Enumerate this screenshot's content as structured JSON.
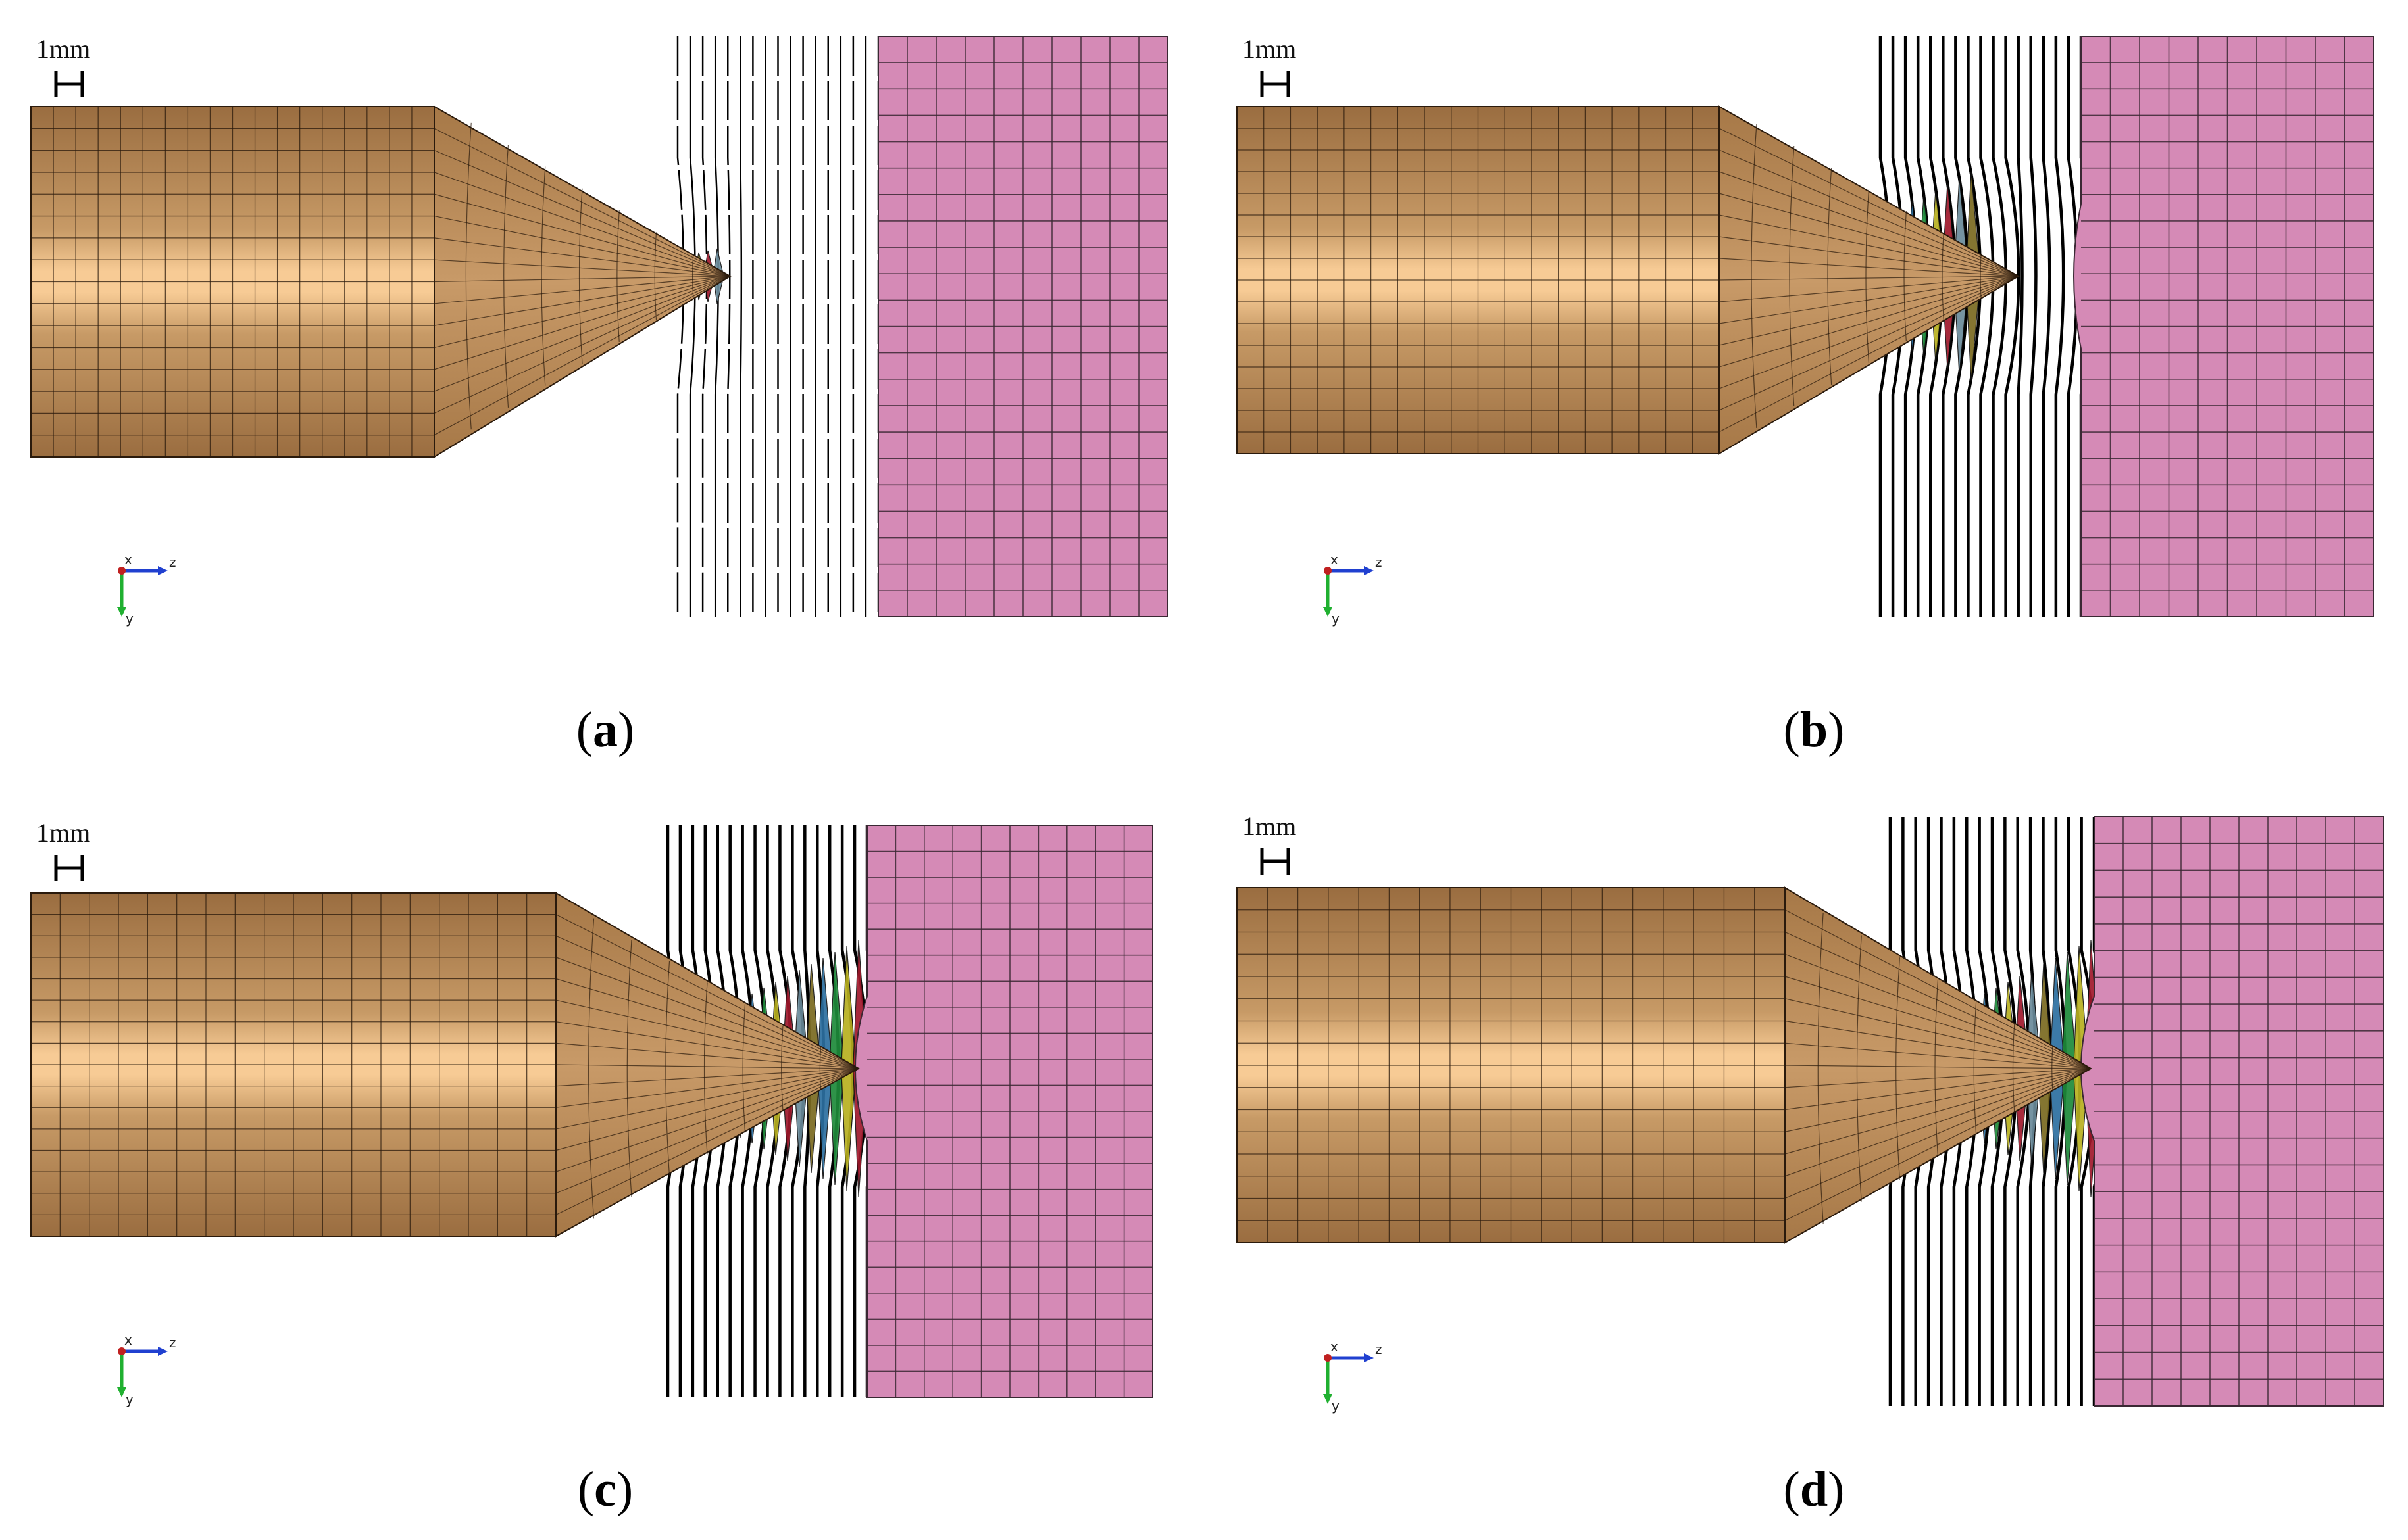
{
  "panels": [
    {
      "id": "a",
      "caption_open": "(",
      "caption_letter": "a",
      "caption_close": ")",
      "scale_label": "1mm",
      "axis_labels": {
        "x": "x",
        "y": "y",
        "z": "z"
      }
    },
    {
      "id": "b",
      "caption_open": "(",
      "caption_letter": "b",
      "caption_close": ")",
      "scale_label": "1mm",
      "axis_labels": {
        "x": "x",
        "y": "y",
        "z": "z"
      }
    },
    {
      "id": "c",
      "caption_open": "(",
      "caption_letter": "c",
      "caption_close": ")",
      "scale_label": "1mm",
      "axis_labels": {
        "x": "x",
        "y": "y",
        "z": "z"
      }
    },
    {
      "id": "d",
      "caption_open": "(",
      "caption_letter": "d",
      "caption_close": ")",
      "scale_label": "1mm",
      "axis_labels": {
        "x": "x",
        "y": "y",
        "z": "z"
      }
    }
  ],
  "colors": {
    "projectile_body": "#b98a58",
    "projectile_highlight": "#f7cb95",
    "projectile_shadow": "#9a6d40",
    "mesh_line": "#2a1a0c",
    "target_block": "#d58ab6",
    "target_mesh": "#3a2833",
    "plate_line": "#000000",
    "deformation_palette": [
      "#2c6fa0",
      "#1e8a3a",
      "#b8b020",
      "#a0182c",
      "#6a8a9a",
      "#7a6a20"
    ],
    "axis_x": "#c02020",
    "axis_y": "#20b030",
    "axis_z": "#2040d0"
  }
}
